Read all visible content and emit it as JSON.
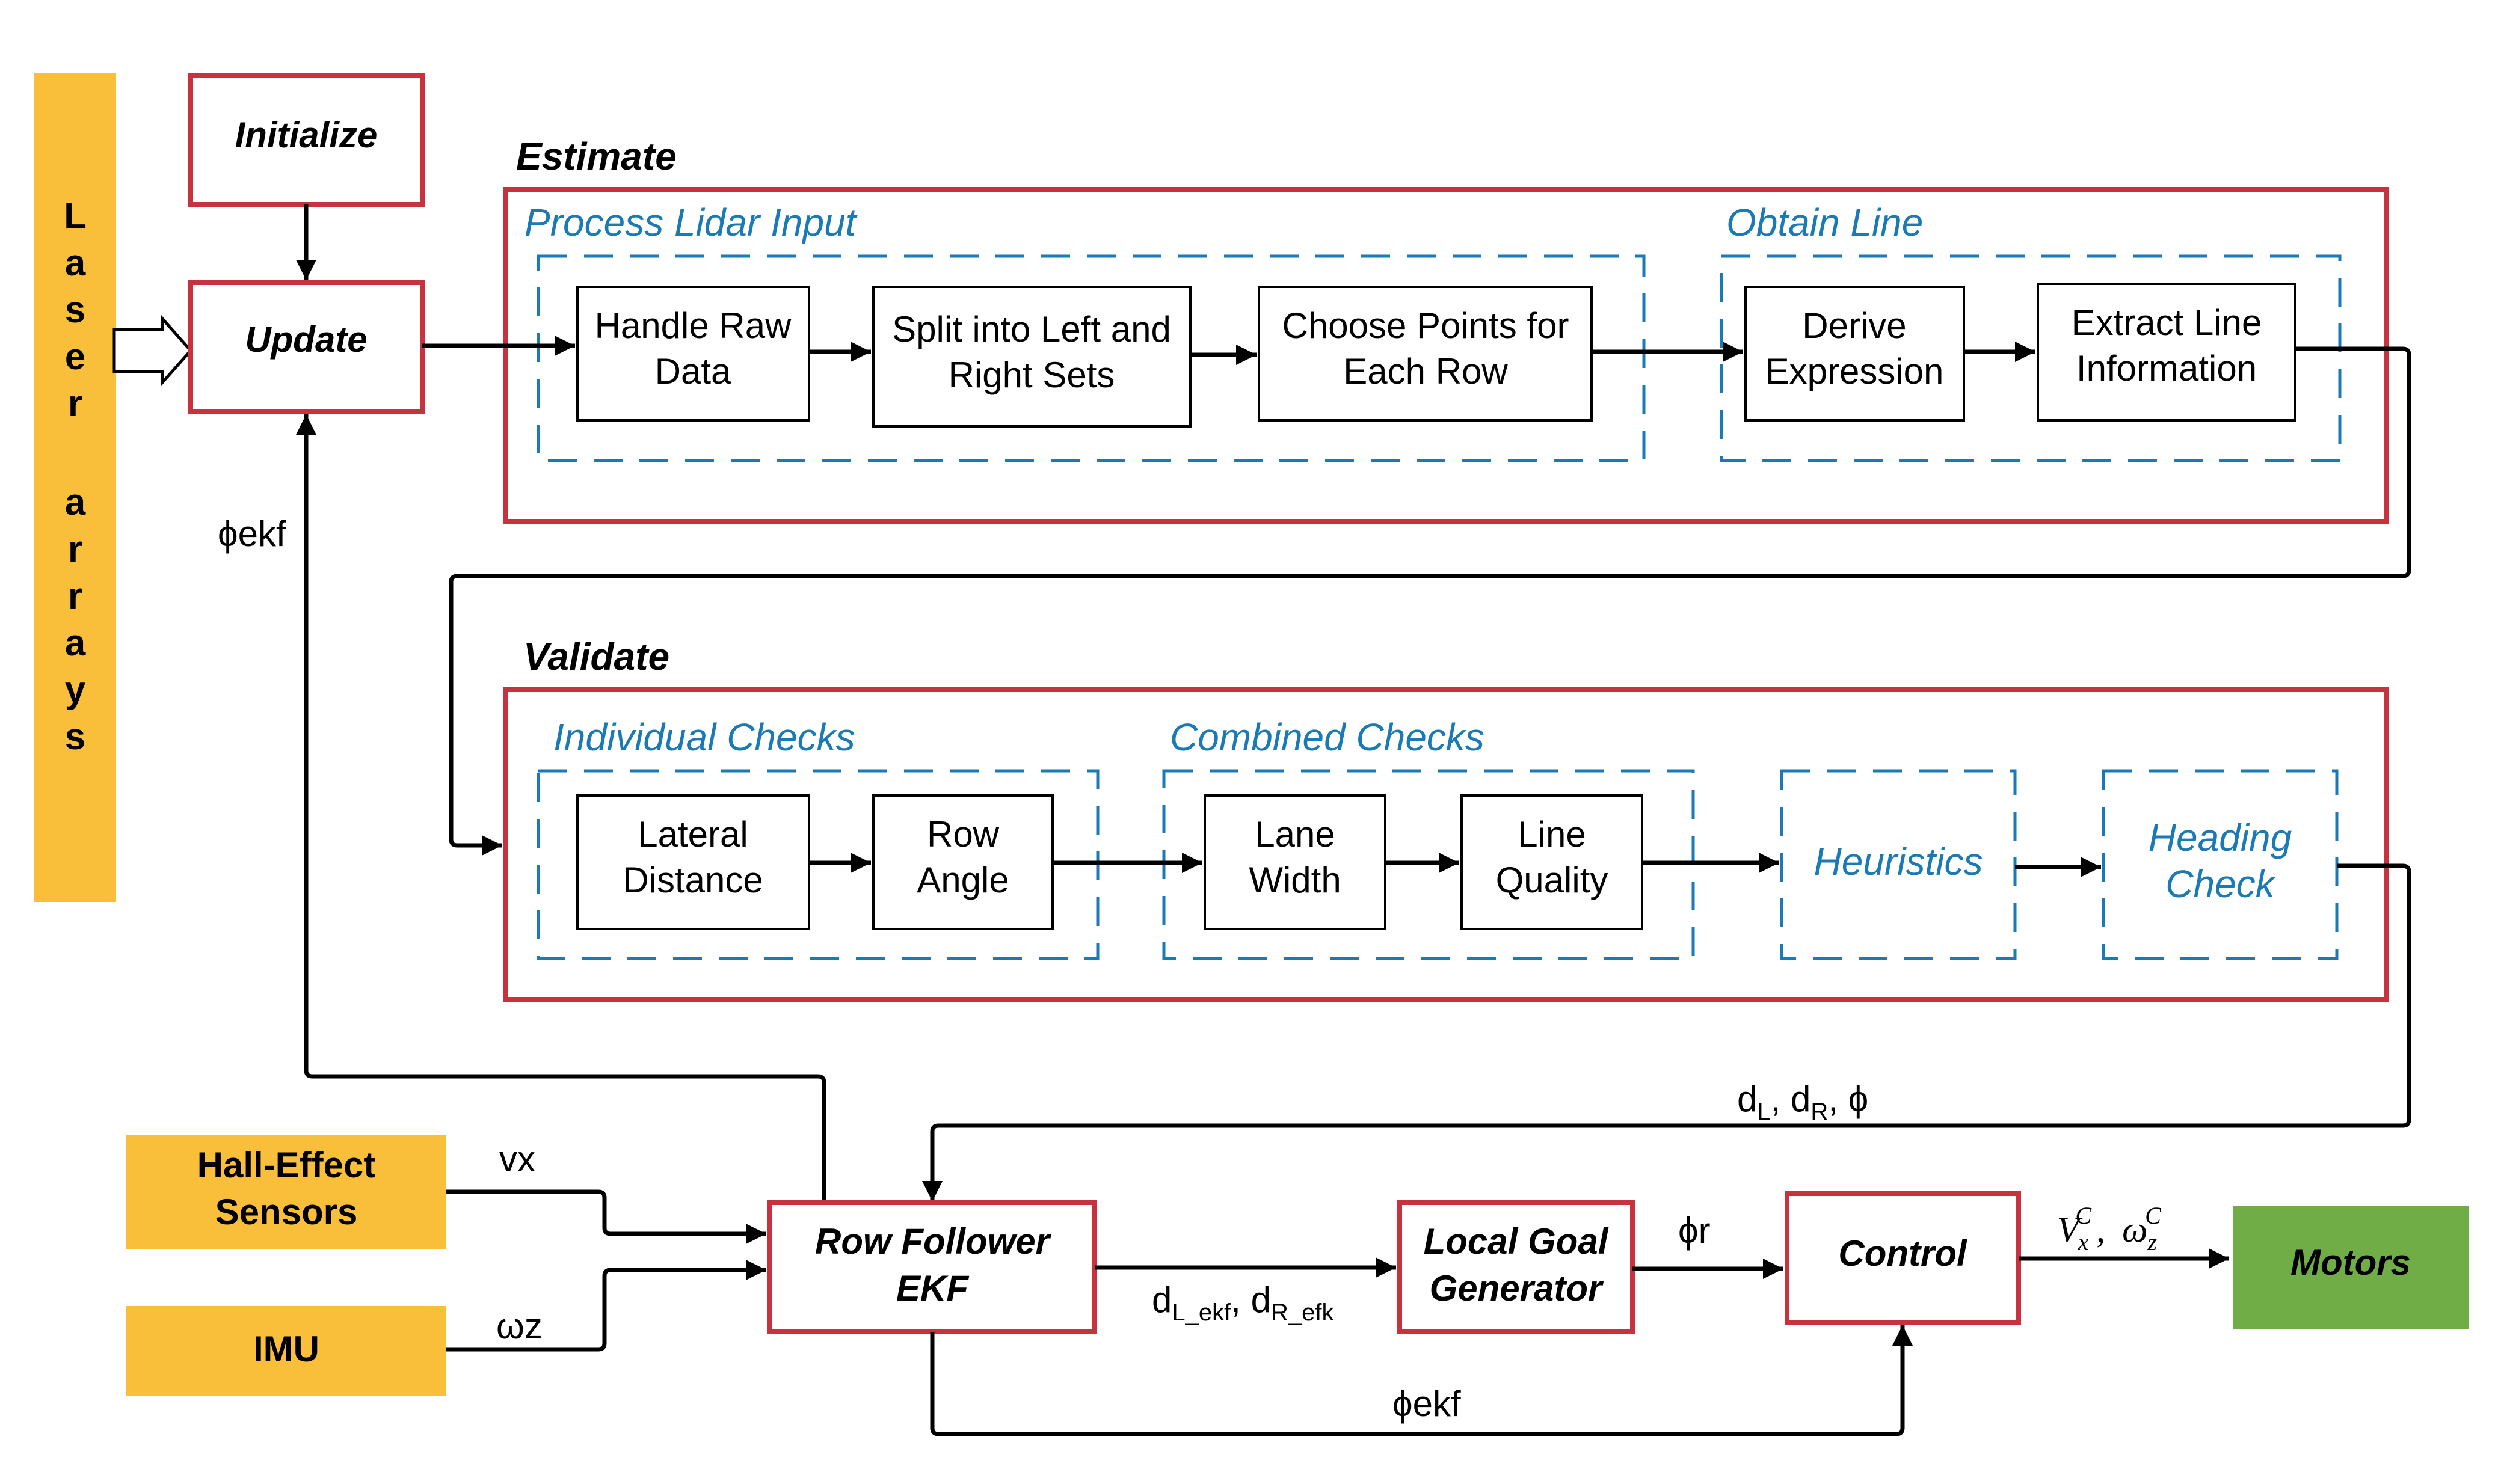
{
  "colors": {
    "red_border": "#c8313e",
    "blue_dashed": "#1a7ab5",
    "yellow": "#f9bf3b",
    "green": "#70ad47",
    "black": "#000000"
  },
  "laser_arrays": [
    "L",
    "a",
    "s",
    "e",
    "r",
    "",
    "a",
    "r",
    "r",
    "a",
    "y",
    "s"
  ],
  "nodes": {
    "initialize": "Initialize",
    "update": "Update",
    "handle_raw": [
      "Handle Raw",
      "Data"
    ],
    "split_sets": [
      "Split into Left and",
      "Right Sets"
    ],
    "choose_points": [
      "Choose Points for",
      "Each Row"
    ],
    "derive_expr": [
      "Derive",
      "Expression"
    ],
    "extract_line": [
      "Extract Line",
      "Information"
    ],
    "lateral_distance": [
      "Lateral",
      "Distance"
    ],
    "row_angle": [
      "Row",
      "Angle"
    ],
    "lane_width": [
      "Lane",
      "Width"
    ],
    "line_quality": [
      "Line",
      "Quality"
    ],
    "heuristics": "Heuristics",
    "heading_check": [
      "Heading",
      "Check"
    ],
    "hall_effect": [
      "Hall-Effect",
      "Sensors"
    ],
    "imu": "IMU",
    "row_follower": [
      "Row Follower",
      "EKF"
    ],
    "local_goal": [
      "Local Goal",
      "Generator"
    ],
    "control": "Control",
    "motors": "Motors"
  },
  "sections": {
    "estimate": "Estimate",
    "validate": "Validate"
  },
  "groups": {
    "process_lidar": "Process Lidar Input",
    "obtain_line": "Obtain Line",
    "individual_checks": "Individual Checks",
    "combined_checks": "Combined Checks"
  },
  "edge_labels": {
    "phi_ekf_left": "ϕekf",
    "phi_ekf_bottom": "ϕekf",
    "phi_r": "ϕr",
    "vx": "vx",
    "wz": "ωz",
    "dl_main": "d",
    "dl_sub": "L",
    "dr_sep": ", d",
    "dr_sub": "R",
    "phi_tail": ", ϕ",
    "dl_ekf_main": "d",
    "dl_ekf_sub": "L_ekf",
    "dr_ekf_sep": ", d",
    "dr_ekf_sub": "R_efk",
    "vxc_V": "V",
    "vxc_x": "x",
    "vxc_C": "C",
    "comma": ",",
    "wzc_w": "ω",
    "wzc_z": "z",
    "wzc_C": "C"
  }
}
